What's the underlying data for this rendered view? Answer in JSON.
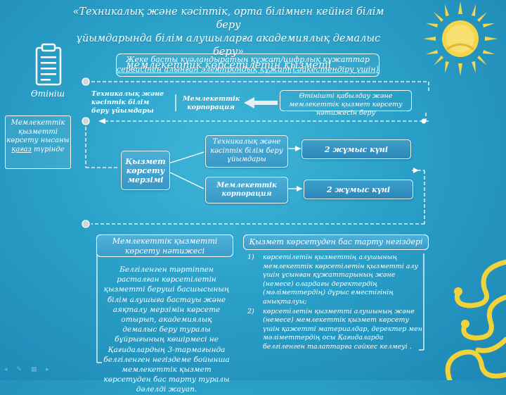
{
  "title": {
    "line1": "«Техникалық және кәсіптік, орта білімнен кейінгі білім беру",
    "line2": "ұйымдарында білім алушыларға академиялық демалыс беру»",
    "line3": "мемлекеттік көрсетілетін қызметі"
  },
  "application": {
    "label": "Өтініш"
  },
  "doc_box": {
    "line1": "Жеке басты куәландыратын құжат/цифрлық құжаттар",
    "line2": "сервисінен алынған электрондық құжат(сәйкестендіру үшін)"
  },
  "row1": {
    "org": "Техникалық және кәсіптік білім беру ұйымдары",
    "corp": "Мемлекеттік корпорация",
    "receipt": "Өтінішті қабылдау және мемлекеттік қызмет көрсету нәтижесін беру"
  },
  "paper_form": {
    "text": "Мемлекеттік қызметті көрсету нысаны",
    "underlined": "қағаз",
    "suffix": "түрінде"
  },
  "service_term": {
    "label": "Қызмет көрсету мерзімі"
  },
  "branches": [
    {
      "name": "Техникалық және кәсіптік білім беру ұйымдары",
      "days": "2 жұмыс күні"
    },
    {
      "name": "Мемлекеттік корпорация",
      "days": "2 жұмыс күні"
    }
  ],
  "result": {
    "header": "Мемлекеттік қызметті көрсету нәтижесі",
    "body": "Белгіленген тәртіппен расталған көрсетілетін қызметті беруші басшысының білім алушыға бастауы және аяқталу мерзімін көрсете отырып, академиялық демалыс беру туралы бұйрығының көшірмесі не Қағидалардың 3-тармағында белгіленген негіздеме бойынша мемлекеттік қызмет көрсетуден бас тарту туралы дәлелді жауап."
  },
  "refusal": {
    "header": "Қызмет көрсетуден бас тарту негіздері",
    "items": [
      {
        "num": "1)",
        "text": "көрсетілетін қызметтің алушының мемлекеттік көрсетілетін қызметті алу үшін ұсынған құжаттарының және (немесе) олардағы деректердің (мәліметтердің) дұрыс еместігінің анықталуы;"
      },
      {
        "num": "2)",
        "text": "көрсетілетін қызметті алушының және (немесе) мемлекеттік қызмет көрсету үшін қажетті материалдар, деректер мен мәліметтердің осы Қағидаларда белгіленген талаптарға сәйкес келмеуі ."
      }
    ]
  },
  "colors": {
    "background": "#2aa0c8",
    "ornament": "#f2d23a"
  },
  "icons": [
    "clipboard-icon",
    "sun-icon",
    "ornament-decoration"
  ]
}
